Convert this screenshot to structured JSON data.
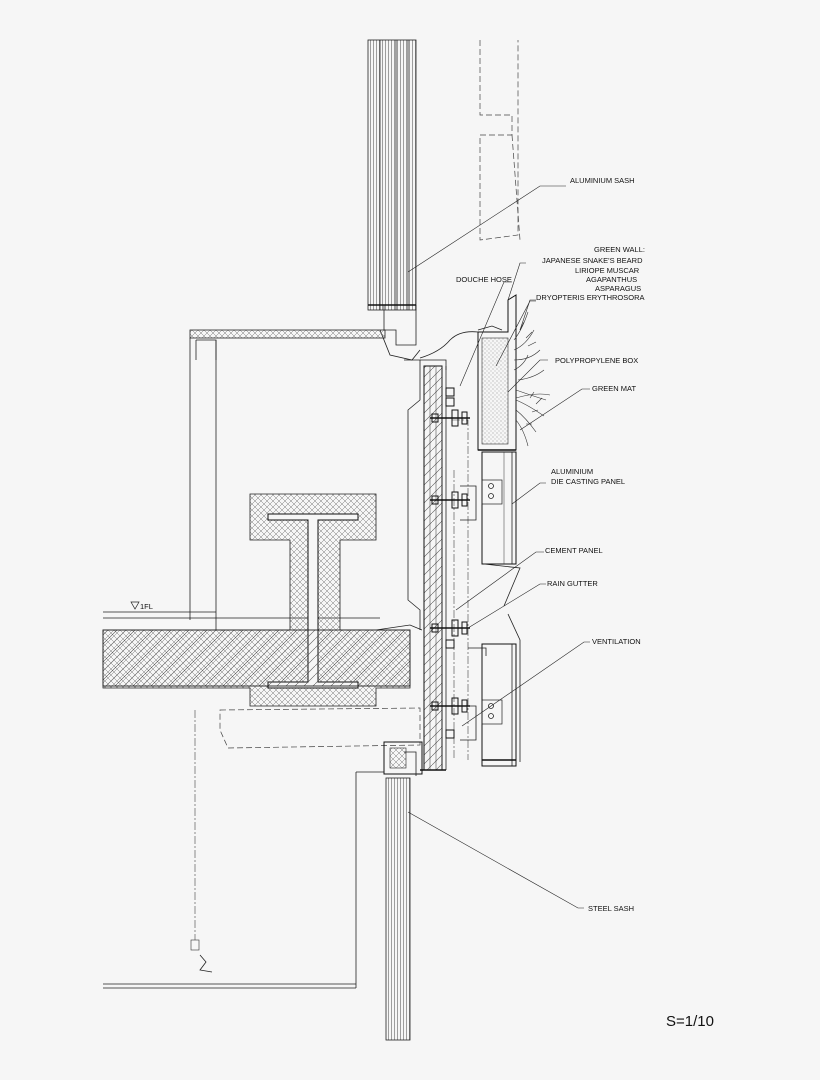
{
  "labels": {
    "aluminium_sash": "ALUMINIUM  SASH",
    "green_wall_title": "GREEN WALL:",
    "green_wall_species": [
      "JAPANESE SNAKE'S BEARD",
      "LIRIOPE MUSCAR",
      "AGAPANTHUS",
      "ASPARAGUS",
      "DRYOPTERIS ERYTHROSORA"
    ],
    "douche_hose": "DOUCHE HOSE",
    "polypropylene_box": "POLYPROPYLENE BOX",
    "green_mat": "GREEN MAT",
    "aluminium_die_casting_panel": [
      "ALUMINIUM",
      "DIE CASTING PANEL"
    ],
    "cement_panel": "CEMENT PANEL",
    "rain_gutter": "RAIN GUTTER",
    "ventilation": "VENTILATION",
    "steel_sash": "STEEL SASH",
    "floor_level": "1FL",
    "scale": "S=1/10"
  }
}
